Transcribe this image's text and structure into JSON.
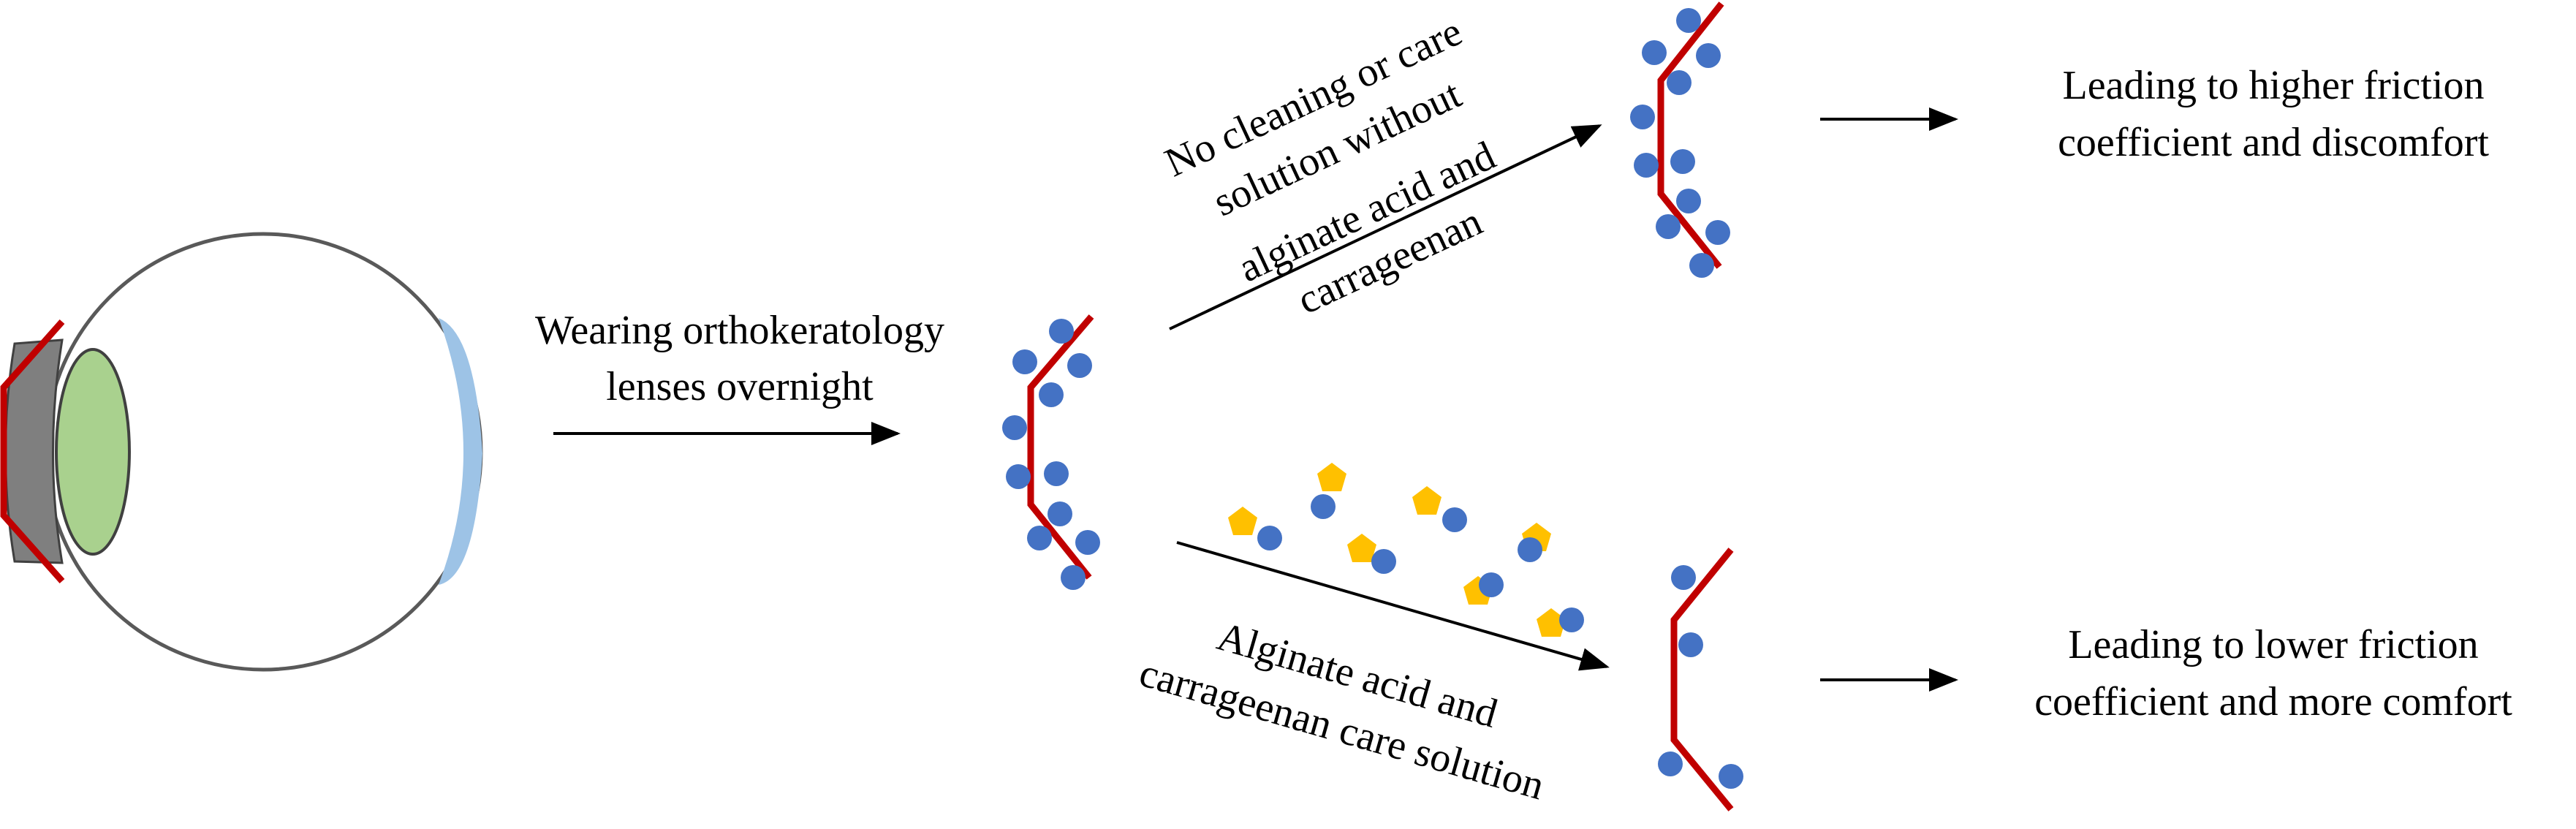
{
  "labels": {
    "wearing": [
      "Wearing orthokeratology",
      "lenses overnight"
    ],
    "no_cleaning": [
      "No cleaning or  care",
      "solution without",
      "alginate acid and",
      "carrageenan"
    ],
    "alginate": [
      "Alginate acid and",
      "carrageenan care solution"
    ],
    "higher": [
      "Leading to higher friction",
      "coefficient and discomfort"
    ],
    "lower": [
      "Leading to lower friction",
      "coefficient and more comfort"
    ]
  },
  "colors": {
    "lens_line": "#C00000",
    "deposit_dot": "#4472C4",
    "polysaccharide": "#FFC000",
    "cornea": "#9DC3E6",
    "iris_lens": "#A9D18E",
    "dark_lens": "#7F7F7F",
    "eye_outline": "#595959"
  },
  "icons": {
    "deposit": "blue-circle",
    "polysaccharide": "yellow-pentagon"
  }
}
